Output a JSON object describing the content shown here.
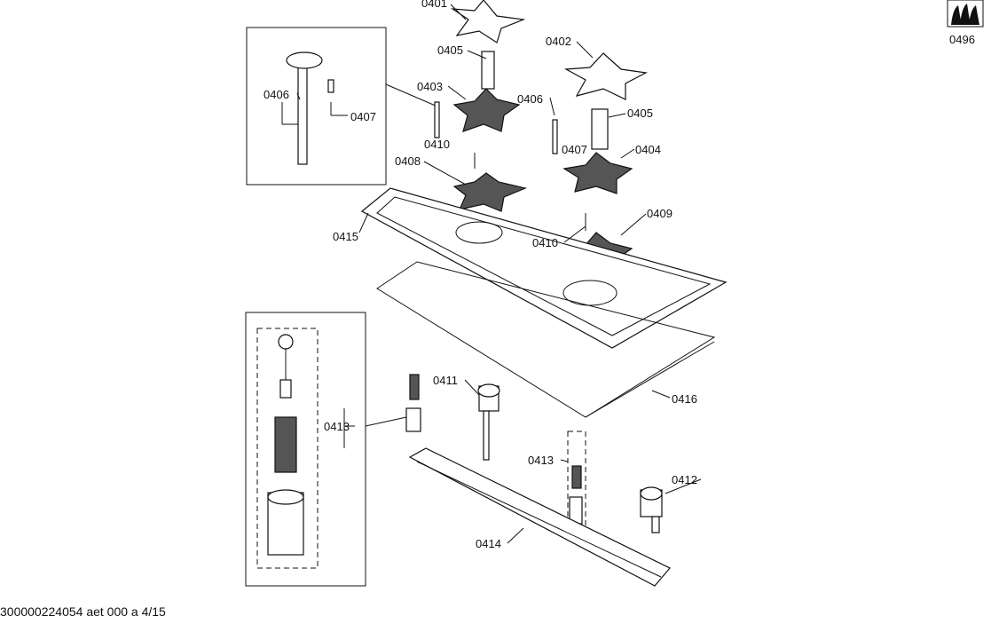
{
  "labels": {
    "l0401": "0401",
    "l0402": "0402",
    "l0403": "0403",
    "l0404": "0404",
    "l0405a": "0405",
    "l0405b": "0405",
    "l0406a": "0406",
    "l0406b": "0406",
    "l0407a": "0407",
    "l0407b": "0407",
    "l0408": "0408",
    "l0409": "0409",
    "l0410a": "0410",
    "l0410b": "0410",
    "l0411": "0411",
    "l0412": "0412",
    "l0413a": "0413",
    "l0413b": "0413",
    "l0414": "0414",
    "l0415": "0415",
    "l0416": "0416",
    "l0496": "0496"
  },
  "footer": "300000224054 aet 000 a 4/15",
  "icons": {
    "flame_symbol": "gas-flame-icon"
  }
}
